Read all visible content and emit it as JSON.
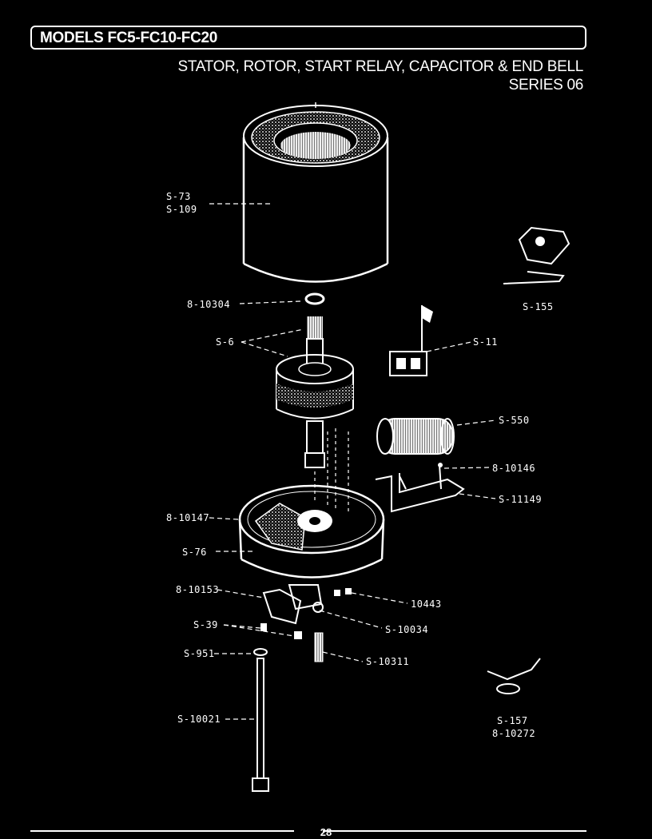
{
  "header": {
    "models": "MODELS FC5-FC10-FC20",
    "line1": "STATOR, ROTOR, START RELAY, CAPACITOR & END BELL",
    "line2": "SERIES 06"
  },
  "parts": {
    "stator_a": "S-73",
    "stator_b": "S-109",
    "washer_top": "8-10304",
    "rotor_shaft": "S-6",
    "bracket_right": "S-155",
    "relay": "S-11",
    "capacitor": "S-550",
    "screw_cap": "8-10146",
    "cap_bracket": "S-11149",
    "end_bell_screw": "8-10147",
    "end_bell": "S-76",
    "plate": "8-10153",
    "screw_right": "10443",
    "bracket_bottom": "S-10034",
    "screws_pair": "S-39",
    "washer_bottom": "S-951",
    "bolt": "S-10311",
    "long_bolt": "S-10021",
    "nut_a": "S-157",
    "nut_b": "8-10272"
  },
  "footer": {
    "page": "28"
  }
}
